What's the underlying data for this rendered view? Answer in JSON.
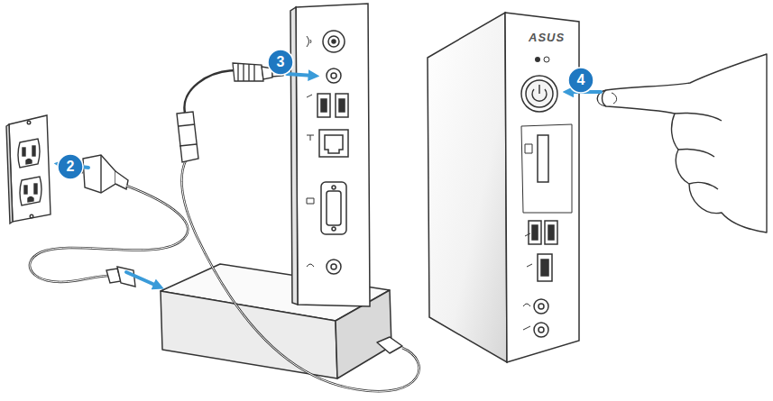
{
  "diagram": {
    "nodes": [
      {
        "text": [
          "2"
        ]
      },
      {
        "text": [
          "3"
        ]
      },
      {
        "text": [
          "4"
        ]
      }
    ],
    "labels": [
      "ASUS"
    ]
  }
}
